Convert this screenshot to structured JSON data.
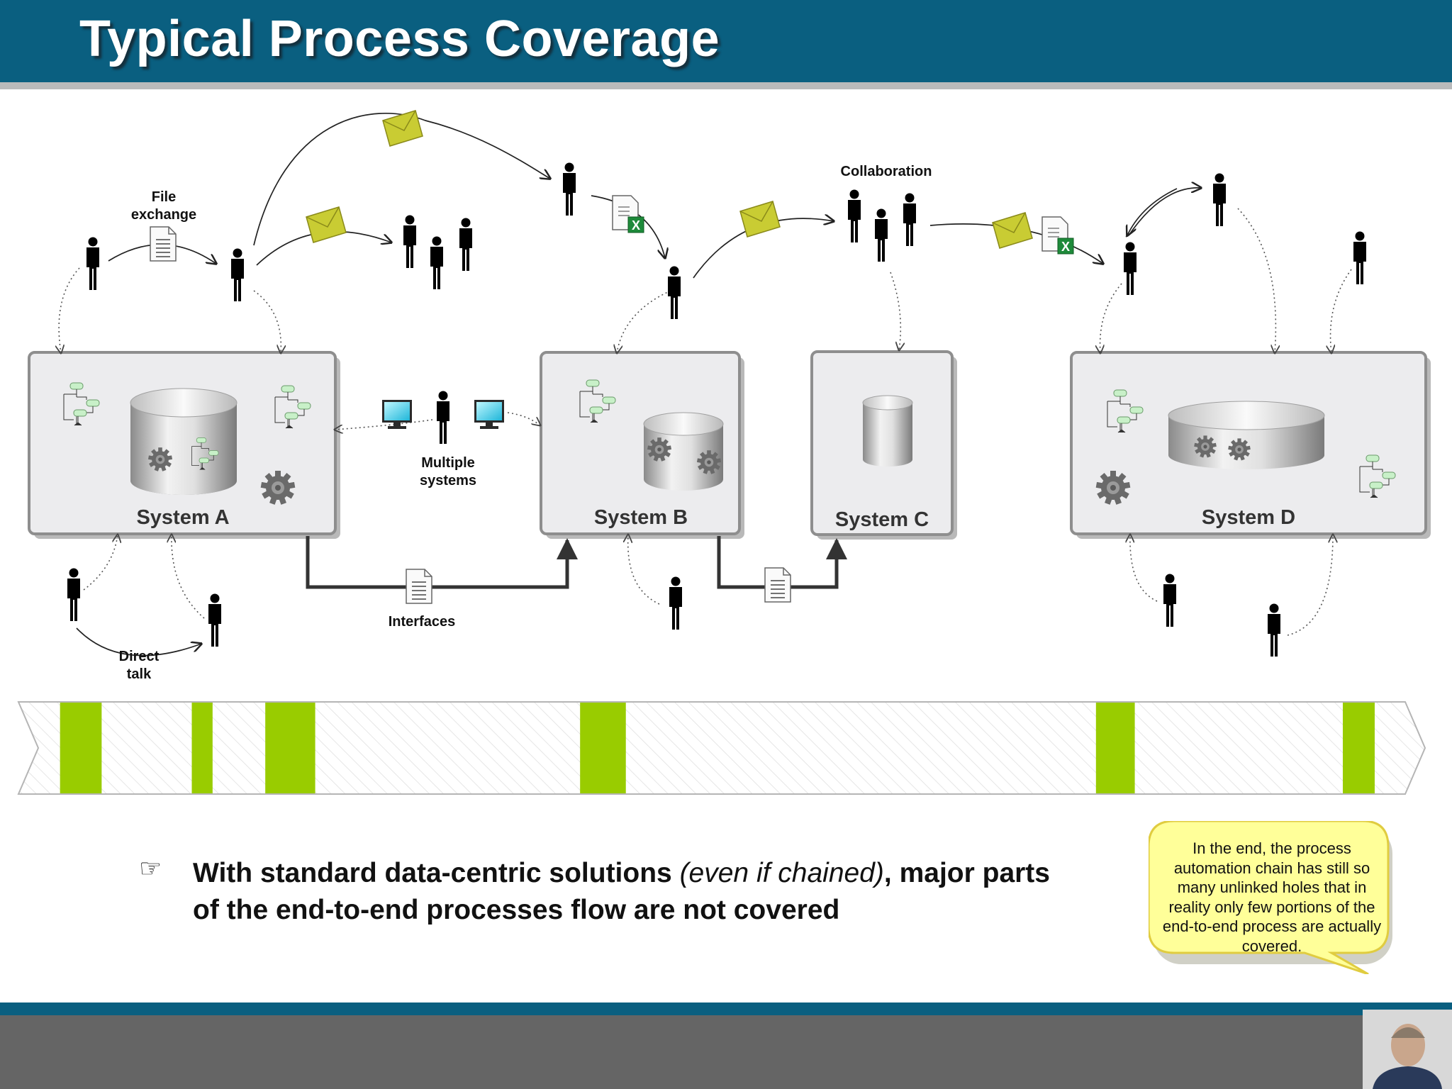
{
  "slide": {
    "title": "Typical Process Coverage"
  },
  "diagram": {
    "labels": {
      "file_exchange_1": "File",
      "file_exchange_2": "exchange",
      "collaboration": "Collaboration",
      "multiple_1": "Multiple",
      "multiple_2": "systems",
      "interfaces": "Interfaces",
      "direct_1": "Direct",
      "direct_2": "talk"
    },
    "systems": [
      "System A",
      "System B",
      "System C",
      "System D"
    ]
  },
  "coverage_bar": {
    "covered_segments_fraction": [
      [
        0.03,
        0.06
      ],
      [
        0.125,
        0.14
      ],
      [
        0.178,
        0.214
      ],
      [
        0.405,
        0.438
      ],
      [
        0.777,
        0.805
      ],
      [
        0.955,
        0.978
      ]
    ]
  },
  "statement": {
    "bold_1": "With standard data-centric solutions ",
    "italic": "(even if chained)",
    "bold_2": ", major parts of the end-to-end processes flow are not covered"
  },
  "callout": {
    "text": "In the end, the process automation chain has still so many unlinked holes that in reality only few portions of the end-to-end process are actually covered."
  },
  "colors": {
    "header": "#0a5f80",
    "coverage_green": "#99cc00",
    "callout_fill": "#ffff99",
    "envelope": "#c9cc33"
  }
}
